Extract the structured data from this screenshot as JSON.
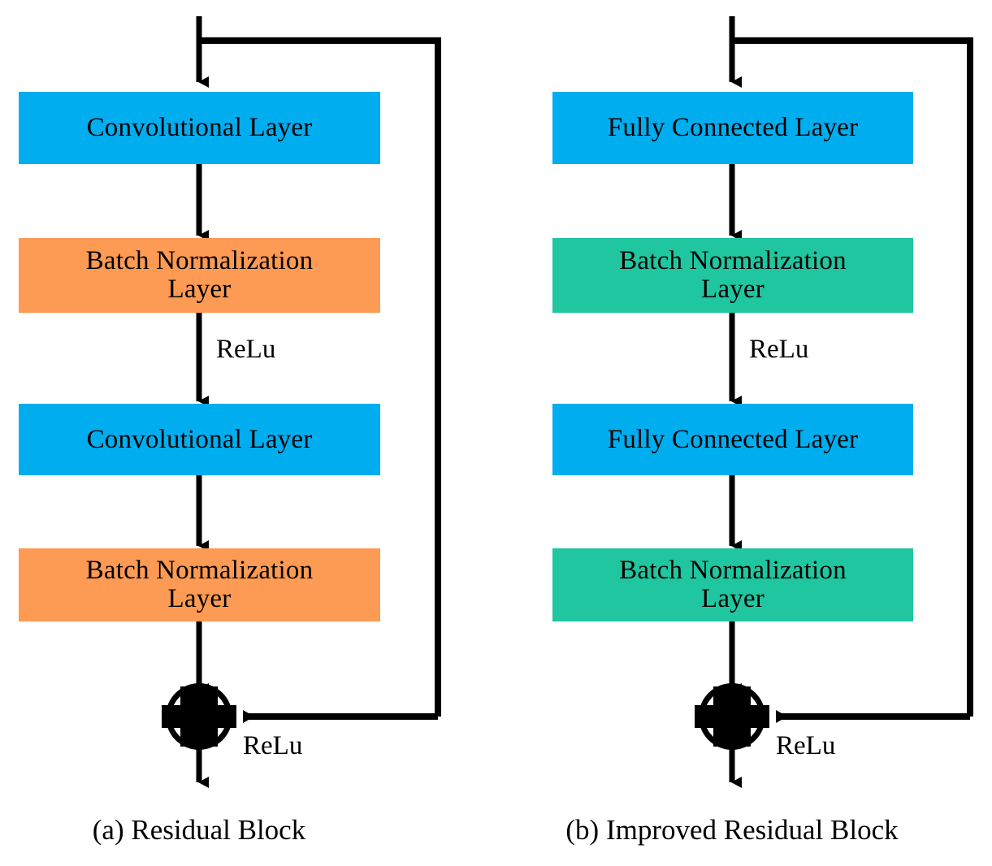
{
  "figure": {
    "type": "diagram",
    "description": "Two side-by-side residual block architecture diagrams",
    "colors": {
      "conv_blue": "#00ADEE",
      "batchnorm_orange": "#FD9A53",
      "batchnorm_green": "#1FC6A0",
      "wire_black": "#000000",
      "background": "#FFFFFF"
    }
  },
  "panels": [
    {
      "id": "panel-a",
      "caption": "(a) Residual Block",
      "blocks": [
        {
          "label": "Convolutional Layer",
          "color": "conv_blue"
        },
        {
          "label": "Batch Normalization\nLayer",
          "color": "batchnorm_orange"
        },
        {
          "label": "Convolutional Layer",
          "color": "conv_blue"
        },
        {
          "label": "Batch Normalization\nLayer",
          "color": "batchnorm_orange"
        }
      ],
      "edge_labels": {
        "mid_activation": "ReLu",
        "output_activation": "ReLu"
      },
      "sum_node": "plus-circle"
    },
    {
      "id": "panel-b",
      "caption": "(b) Improved Residual Block",
      "blocks": [
        {
          "label": "Fully  Connected Layer",
          "color": "conv_blue"
        },
        {
          "label": "Batch Normalization\nLayer",
          "color": "batchnorm_green"
        },
        {
          "label": "Fully  Connected Layer",
          "color": "conv_blue"
        },
        {
          "label": "Batch Normalization\nLayer",
          "color": "batchnorm_green"
        }
      ],
      "edge_labels": {
        "mid_activation": "ReLu",
        "output_activation": "ReLu"
      },
      "sum_node": "plus-circle"
    }
  ]
}
